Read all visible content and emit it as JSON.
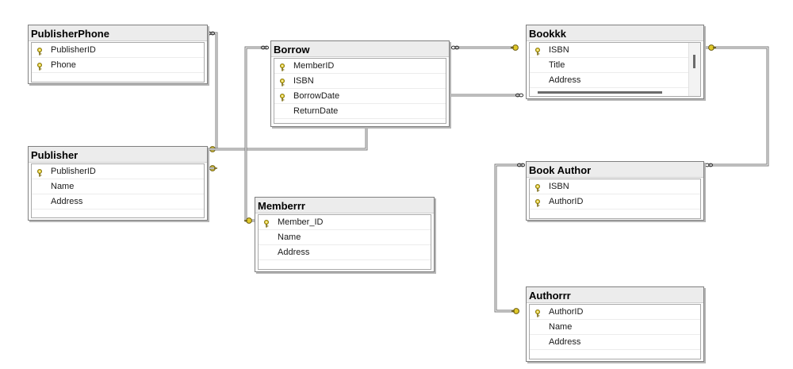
{
  "colors": {
    "key": "#e0c92a",
    "line": "#707070",
    "header": "#ececec"
  },
  "tables": {
    "publisherphone": {
      "title": "PublisherPhone",
      "rows": [
        {
          "name": "PublisherID",
          "key": true
        },
        {
          "name": "Phone",
          "key": true
        }
      ]
    },
    "publisher": {
      "title": "Publisher",
      "rows": [
        {
          "name": "PublisherID",
          "key": true
        },
        {
          "name": "Name",
          "key": false
        },
        {
          "name": "Address",
          "key": false
        }
      ]
    },
    "borrow": {
      "title": "Borrow",
      "rows": [
        {
          "name": "MemberID",
          "key": true
        },
        {
          "name": "ISBN",
          "key": true
        },
        {
          "name": "BorrowDate",
          "key": true
        },
        {
          "name": "ReturnDate",
          "key": false
        }
      ]
    },
    "memberrr": {
      "title": "Memberrr",
      "rows": [
        {
          "name": "Member_ID",
          "key": true
        },
        {
          "name": "Name",
          "key": false
        },
        {
          "name": "Address",
          "key": false
        }
      ]
    },
    "bookkk": {
      "title": "Bookkk",
      "rows": [
        {
          "name": "ISBN",
          "key": true
        },
        {
          "name": "Title",
          "key": false
        },
        {
          "name": "Address",
          "key": false
        }
      ]
    },
    "bookauthor": {
      "title": "Book Author",
      "rows": [
        {
          "name": "ISBN",
          "key": true
        },
        {
          "name": "AuthorID",
          "key": true
        }
      ]
    },
    "authorrr": {
      "title": "Authorrr",
      "rows": [
        {
          "name": "AuthorID",
          "key": true
        },
        {
          "name": "Name",
          "key": false
        },
        {
          "name": "Address",
          "key": false
        }
      ]
    }
  },
  "relationships": [
    {
      "one": "Publisher",
      "many": "PublisherPhone"
    },
    {
      "one": "Publisher",
      "many": "Borrow"
    },
    {
      "one": "Memberrr",
      "many": "Borrow"
    },
    {
      "one": "Bookkk",
      "many": "Borrow"
    },
    {
      "one": "Bookkk",
      "many": "Book Author"
    },
    {
      "one": "Authorrr",
      "many": "Book Author"
    }
  ]
}
